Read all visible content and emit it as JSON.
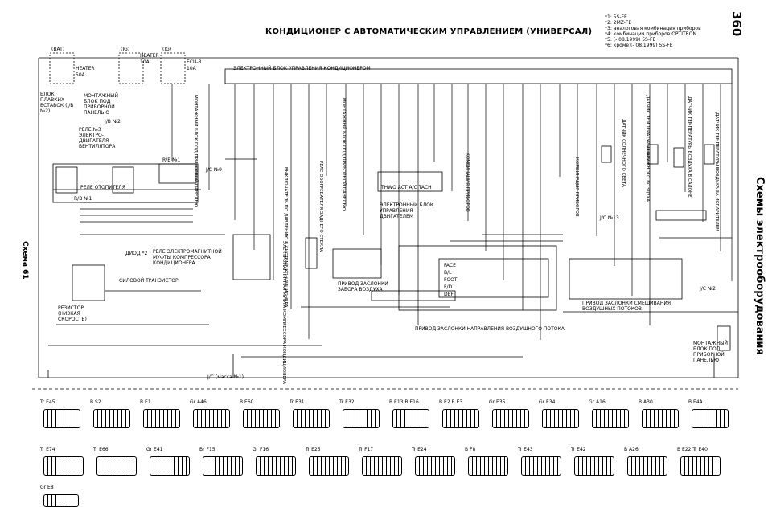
{
  "page_number": "360",
  "title": "КОНДИЦИОНЕР С АВТОМАТИЧЕСКИМ УПРАВЛЕНИЕМ (УНИВЕРСАЛ)",
  "side_title": "Схемы электрооборудования",
  "scheme_label": "Схема 61",
  "notes": [
    "*1: 5S-FE",
    "*2: 2MZ-FE",
    "*3: аналоговая комбинация приборов",
    "*4: комбинация приборов OPTITRON",
    "*5: (- 08.1999) 5S-FE",
    "*6: кроме (- 08.1999) 5S-FE"
  ],
  "fuses": [
    {
      "bat": "(BAT)",
      "name": "HEATER",
      "amp": "50A"
    },
    {
      "bat": "(IG)",
      "name": "HEATER",
      "amp": "10A"
    },
    {
      "bat": "(IG)",
      "name": "ECU-B",
      "amp": "10A"
    }
  ],
  "labels": {
    "fuse_block": "БЛОК ПЛАВКИХ ВСТАВОК (J/B №2)",
    "mount_block_1": "МОНТАЖНЫЙ БЛОК ПОД ПРИБОРНОЙ ПАНЕЛЬЮ",
    "jb2": "J/B №2",
    "relay_fan": "РЕЛЕ №3 ЭЛЕКТРО- ДВИГАТЕЛЯ ВЕНТИЛЯТОРА",
    "heater_relay": "РЕЛЕ ОТОПИТЕЛЯ",
    "rb1": "R/B №1",
    "rb": "R/B №1",
    "jc9": "J/C №9",
    "diode": "ДИОД *2",
    "clutch_relay": "РЕЛЕ ЭЛЕКТРОМАГНИТНОЙ МУФТЫ КОМПРЕССОРА КОНДИЦИОНЕРА",
    "power_transistor": "СИЛОВОЙ ТРАНЗИСТОР",
    "resistor": "РЕЗИСТОР (НИЗКАЯ СКОРОСТЬ)",
    "fan_motor": "ЭЛЕКТРОДВИГАТЕЛЬ ВЕНТИЛЯТОРА",
    "ecu_ac": "ЭЛЕКТРОННЫЙ БЛОК УПРАВЛЕНИЯ КОНДИЦИОНЕРОМ",
    "ecu_engine": "ЭЛЕКТРОННЫЙ БЛОК УПРАВЛЕНИЯ ДВИГАТЕЛЕМ",
    "ecu_pins": "THWO ACT A/C TACH",
    "air_intake": "ПРИВОД ЗАСЛОНКИ ЗАБОРА ВОЗДУХА",
    "air_flow": "ПРИВОД ЗАСЛОНКИ НАПРАВЛЕНИЯ ВОЗДУШНОГО ПОТОКА",
    "air_mix": "ПРИВОД ЗАСЛОНКИ СМЕШИВАНИЯ ВОЗДУШНЫХ ПОТОКОВ",
    "mount_block_2": "МОНТАЖНЫЙ БЛОК ПОД ПРИБОРНОЙ ПАНЕЛЬЮ",
    "jc_mass": "J/C (масса №1)",
    "jc13": "J/C №13",
    "jc2": "J/C №2",
    "modes": [
      "FACE",
      "B/L",
      "FOOT",
      "F/D",
      "DEF"
    ],
    "vertical": [
      "МОНТАЖНЫЙ БЛОК ПОД ПРИБОРНОЙ ПАНЕЛЬЮ",
      "РЕЛЕ ОБОГРЕВАТЕЛЯ ЗАДНЕГО СТЕКЛА",
      "ВЫКЛЮЧАТЕЛЬ ПО ДАВЛЕНИЮ В СИСТЕМЕ КОНДИЦИОНЕРА",
      "МОНТАЖНЫЙ БЛОК ПОД ПРИБОРНОЙ ПАНЕЛЬЮ",
      "КОМБИНАЦИЯ ПРИБОРОВ",
      "КОМБИНАЦИЯ ПРИБОРОВ",
      "ДАТЧИК СОЛНЕЧНОГО СВЕТА",
      "ДАТЧИК ТЕМПЕРАТУРЫ НАРУЖНОГО ВОЗДУХА",
      "ДАТЧИК ТЕМПЕРАТУРЫ ВОЗДУХА В САЛОНЕ",
      "ДАТЧИК ТЕМПЕРАТУРЫ ВОЗДУХА ЗА ИСПАРИТЕЛЕМ",
      "ЭЛЕКТРОМАГНИТНАЯ МУФТА КОМПРЕССОРА КОНДИЦИОНЕРА"
    ]
  },
  "connectors_row1": [
    "Tr E45",
    "B S2",
    "B E1",
    "Gr A46",
    "B E60",
    "Tr E31",
    "Tr E32",
    "B E13 B E16",
    "B E2 B E3",
    "Gr E35",
    "Gr E34",
    "Gr A16",
    "B A30",
    "B E4A"
  ],
  "connectors_row2": [
    "Tr E74",
    "Tr E66",
    "Gr E41",
    "Br F15",
    "Gr F16",
    "Tr E25",
    "Tr F17",
    "Tr E24",
    "B F8",
    "Tr E43",
    "Tr E42",
    "B A26",
    "B E22 Tr E40"
  ],
  "connectors_row3": [
    "Gr E8"
  ]
}
